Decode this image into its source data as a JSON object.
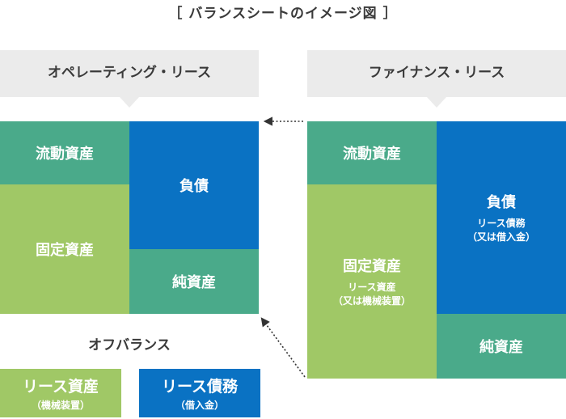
{
  "title": "［ バランスシートのイメージ図 ］",
  "operating": {
    "tag": "オペレーティング・リース",
    "current_assets": "流動資産",
    "fixed_assets": "固定資産",
    "liabilities": "負債",
    "net_assets": "純資産"
  },
  "finance": {
    "tag": "ファイナンス・リース",
    "current_assets": "流動資産",
    "fixed_assets": "固定資産",
    "fixed_assets_sub1": "リース資産",
    "fixed_assets_sub2": "（又は機械装置）",
    "liabilities": "負債",
    "liabilities_sub1": "リース債務",
    "liabilities_sub2": "（又は借入金）",
    "net_assets": "純資産"
  },
  "off_balance": {
    "title": "オフバランス",
    "lease_assets": "リース資産",
    "lease_assets_sub": "（機械装置）",
    "lease_debt": "リース債務",
    "lease_debt_sub": "（借入金）"
  },
  "colors": {
    "teal": "#4aaa8a",
    "lime": "#a0c866",
    "blue": "#0a72c3",
    "tag_bg": "#ebebeb"
  }
}
